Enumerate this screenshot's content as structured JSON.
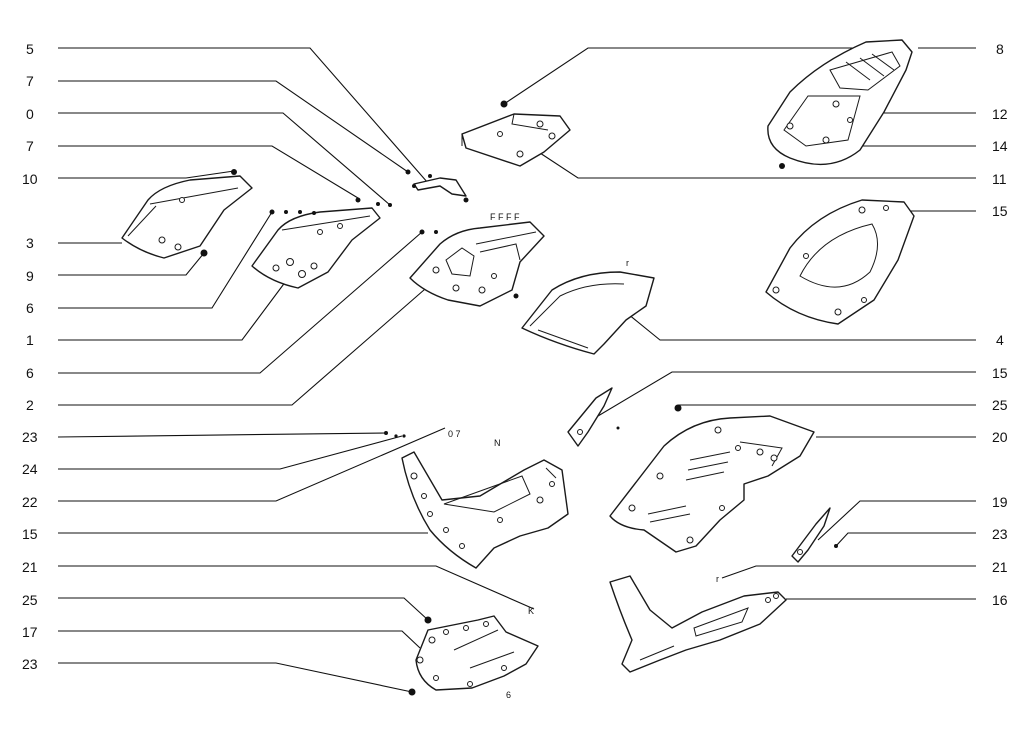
{
  "labels_left": [
    "5",
    "7",
    "0",
    "7",
    "10",
    "3",
    "9",
    "6",
    "1",
    "6",
    "2",
    "23",
    "24",
    "22",
    "15",
    "21",
    "25",
    "17",
    "23"
  ],
  "labels_right": [
    "8",
    "12",
    "14",
    "11",
    "15",
    "4",
    "15",
    "25",
    "20",
    "19",
    "23",
    "21",
    "16"
  ],
  "stray_marks": [
    "r",
    "N",
    "0 7",
    "6",
    "K",
    "r"
  ]
}
